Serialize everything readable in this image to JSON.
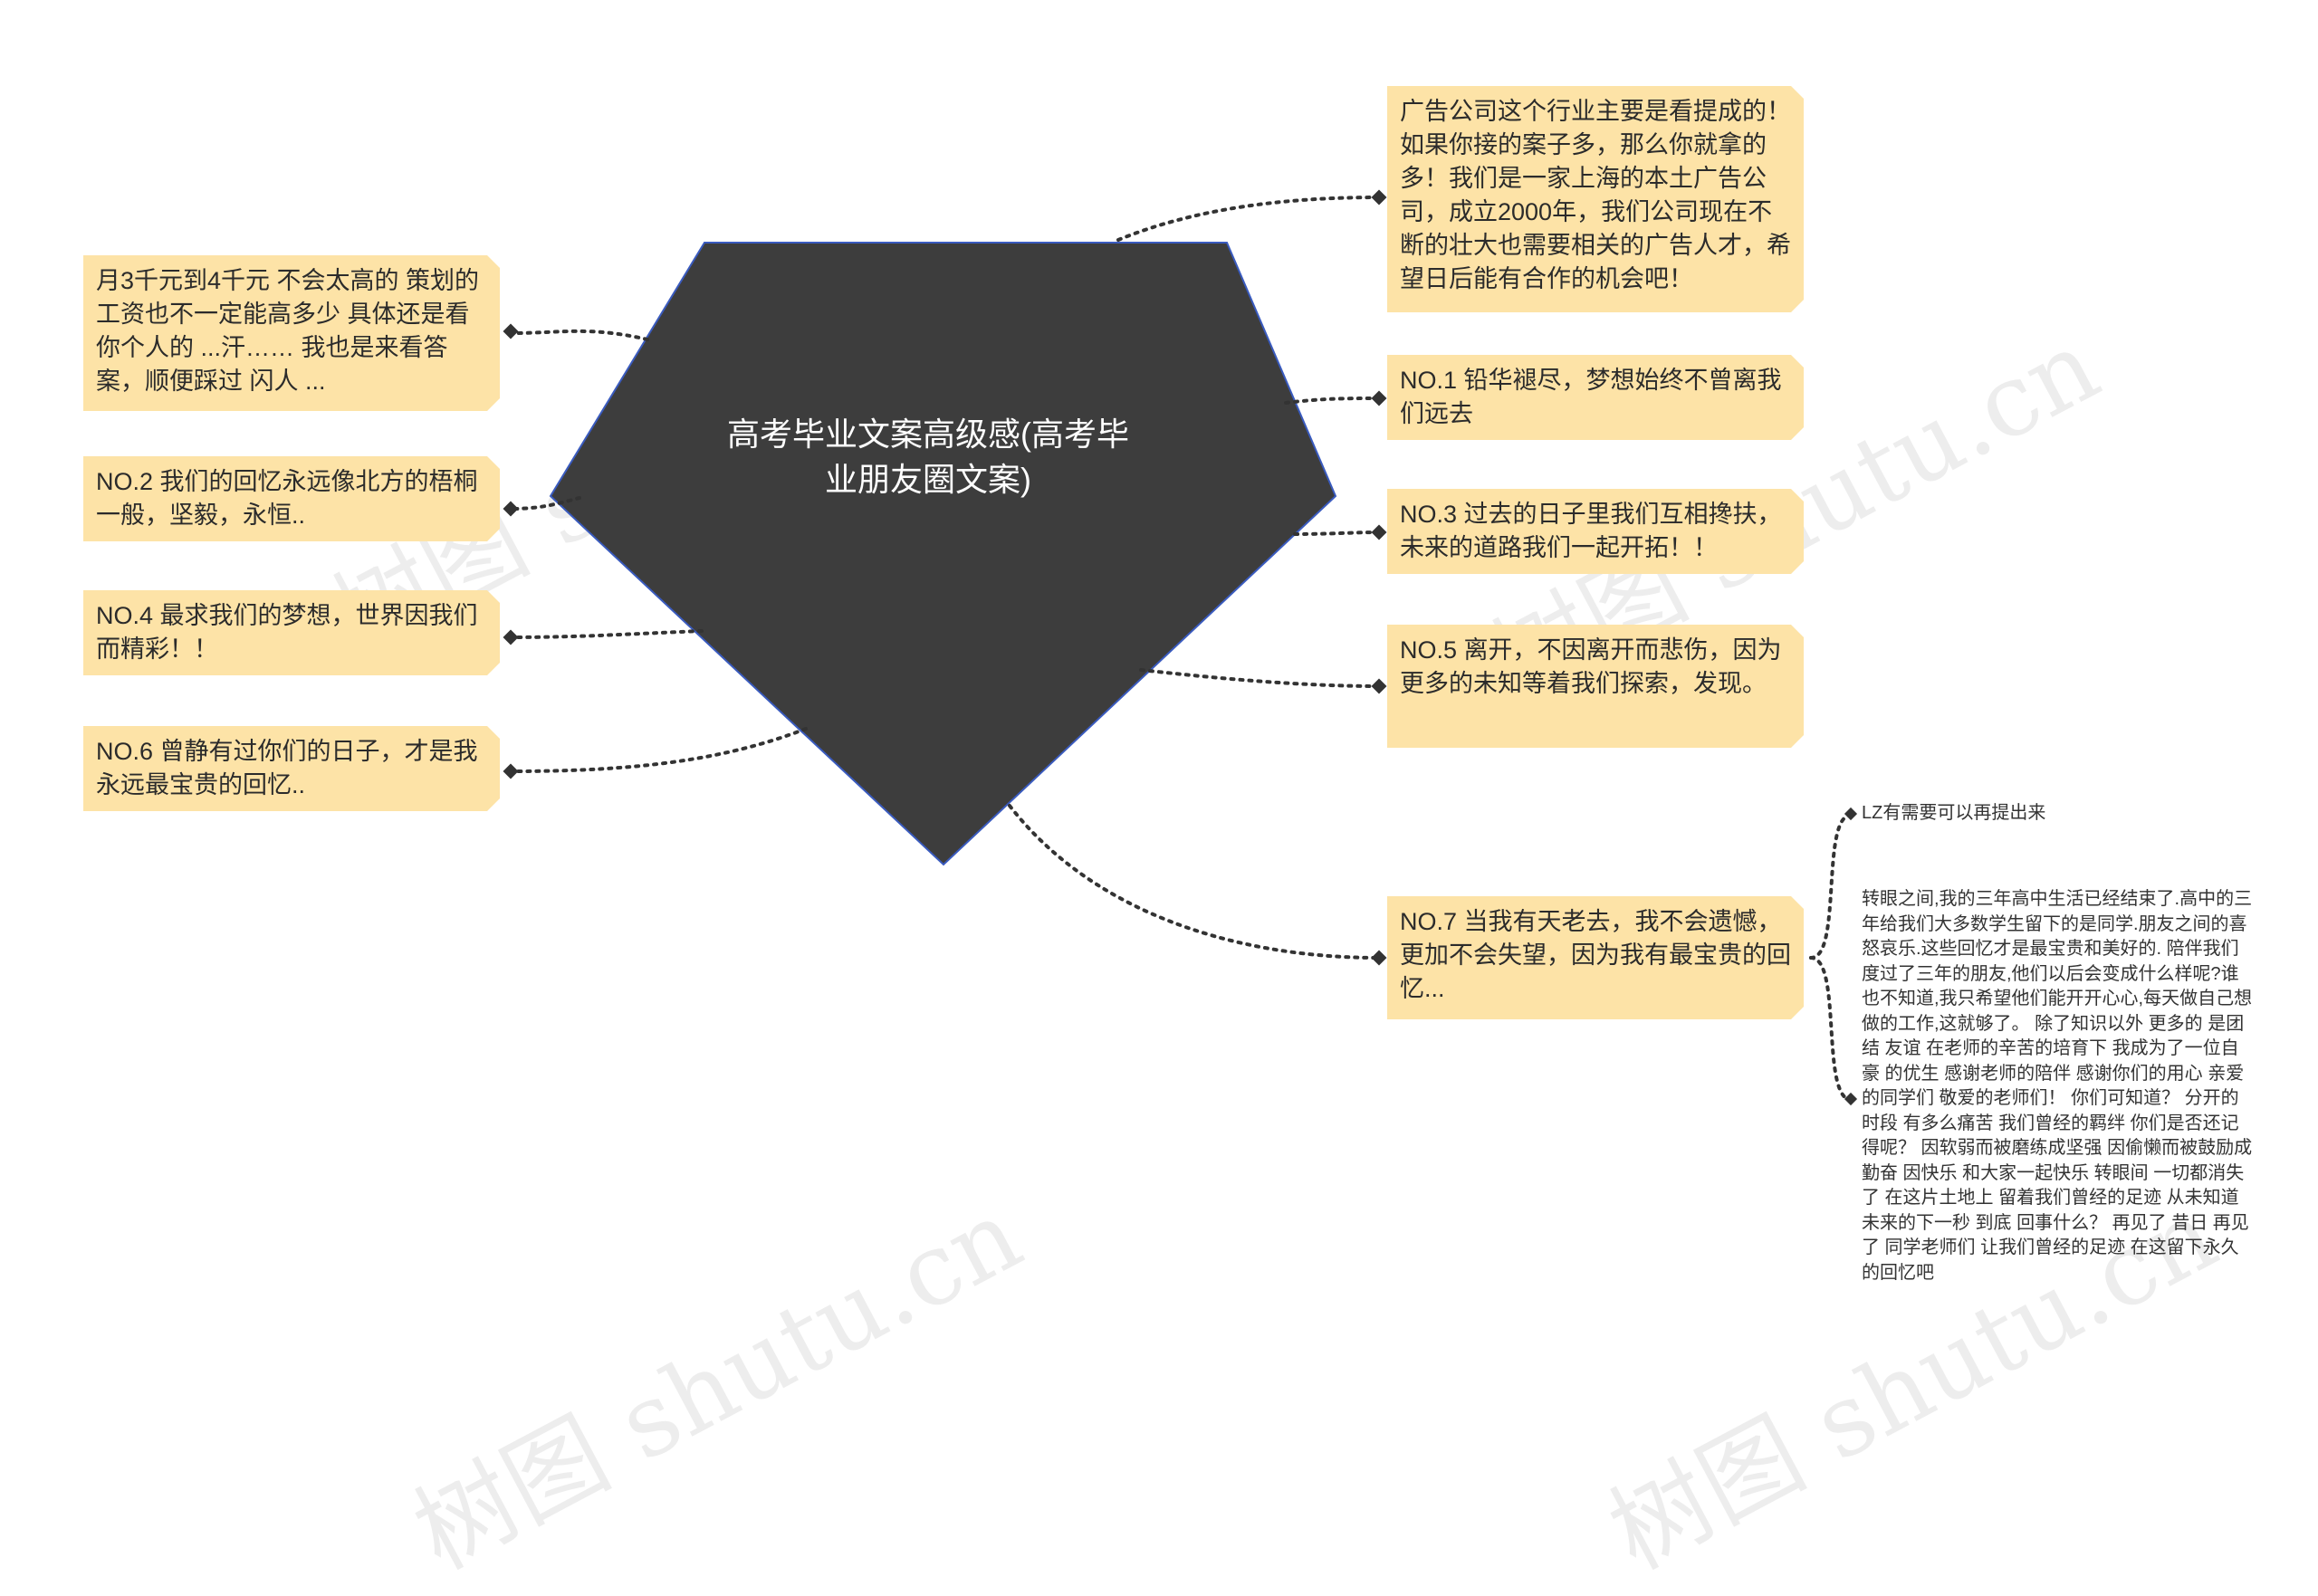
{
  "center": {
    "title": "高考毕业文案高级感(高考毕业朋友圈文案)"
  },
  "left_nodes": [
    {
      "text": "月3千元到4千元 不会太高的 策划的工资也不一定能高多少 具体还是看你个人的 ...汗…… 我也是来看答案，顺便踩过 闪人 ..."
    },
    {
      "text": "NO.2 我们的回忆永远像北方的梧桐一般，坚毅，永恒.."
    },
    {
      "text": "NO.4 最求我们的梦想，世界因我们而精彩！！"
    },
    {
      "text": "NO.6 曾静有过你们的日子，才是我永远最宝贵的回忆.."
    }
  ],
  "right_nodes": [
    {
      "text": "广告公司这个行业主要是看提成的！如果你接的案子多，那么你就拿的多！我们是一家上海的本土广告公司，成立2000年，我们公司现在不断的壮大也需要相关的广告人才，希望日后能有合作的机会吧！"
    },
    {
      "text": "NO.1 铅华褪尽，梦想始终不曾离我们远去"
    },
    {
      "text": "NO.3 过去的日子里我们互相搀扶，未来的道路我们一起开拓！！"
    },
    {
      "text": "NO.5 离开，不因离开而悲伤，因为更多的未知等着我们探索，发现。"
    },
    {
      "text": "NO.7 当我有天老去，我不会遗憾，更加不会失望，因为我有最宝贵的回忆..."
    }
  ],
  "leaf_nodes": [
    {
      "text": "LZ有需要可以再提出来"
    },
    {
      "text": "转眼之间,我的三年高中生活已经结束了.高中的三年给我们大多数学生留下的是同学.朋友之间的喜怒哀乐.这些回忆才是最宝贵和美好的. 陪伴我们度过了三年的朋友,他们以后会变成什么样呢?谁也不知道,我只希望他们能开开心心,每天做自己想做的工作,这就够了。 除了知识以外 更多的 是团结 友谊 在老师的辛苦的培育下 我成为了一位自豪 的优生 感谢老师的陪伴 感谢你们的用心 亲爱的同学们 敬爱的老师们！ 你们可知道？ 分开的时段 有多么痛苦 我们曾经的羁绊 你们是否还记得呢？ 因软弱而被磨练成坚强 因偷懒而被鼓励成勤奋 因快乐 和大家一起快乐 转眼间 一切都消失了 在这片土地上 留着我们曾经的足迹 从未知道未来的下一秒 到底 回事什么？ 再见了 昔日 再见了 同学老师们 让我们曾经的足迹 在这留下永久的回忆吧"
    }
  ],
  "watermark": {
    "text": "树图 shutu.cn"
  },
  "colors": {
    "center_fill": "#3d3d3d",
    "center_stroke": "#3a5bbf",
    "node_fill": "#fde3a7",
    "connector": "#333333"
  }
}
